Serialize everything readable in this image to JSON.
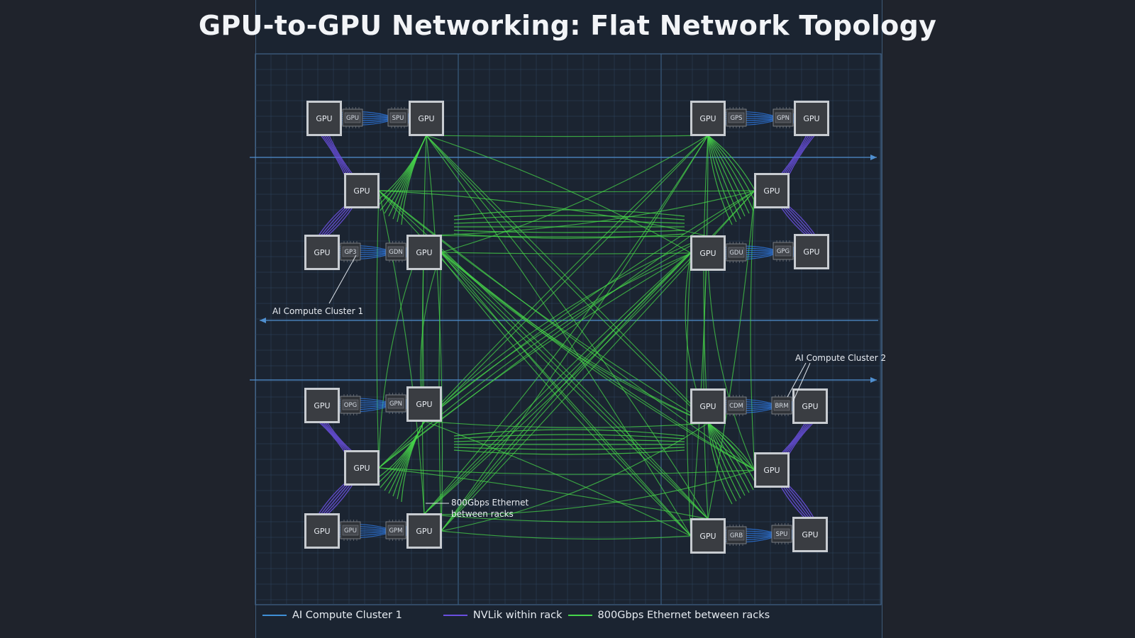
{
  "title": "GPU-to-GPU Networking: Flat Network Topology",
  "node_label": "GPU",
  "switch_labels": {
    "c1": [
      "GPU",
      "SPU",
      "GP3",
      "GDN"
    ],
    "c2": [
      "GPS",
      "GPN",
      "GDU",
      "GPG"
    ],
    "c3": [
      "OPG",
      "GPN",
      "GPU",
      "GPM"
    ],
    "c4": [
      "CDM",
      "BRM",
      "GRB",
      "SPU"
    ]
  },
  "annotations": {
    "cluster1": "AI Compute Cluster 1",
    "cluster2": "AI Compute Cluster 2",
    "ethernet_line1": "800Gbps Ethernet",
    "ethernet_line2": "between racks"
  },
  "legend": [
    {
      "label": "AI Compute Cluster 1",
      "color": "#3f8fd6"
    },
    {
      "label": "NVLik within rack",
      "color": "#6a4fe0"
    },
    {
      "label": "800Gbps Ethernet between racks",
      "color": "#46d64a"
    }
  ],
  "colors": {
    "background": "#1b2431",
    "grid": "#2e4760",
    "nvlink": "#6a4fe0",
    "intra": "#2f7ff0",
    "ethernet": "#46d64a",
    "node_fill": "#3a3d42",
    "node_border": "#a9adb2"
  }
}
